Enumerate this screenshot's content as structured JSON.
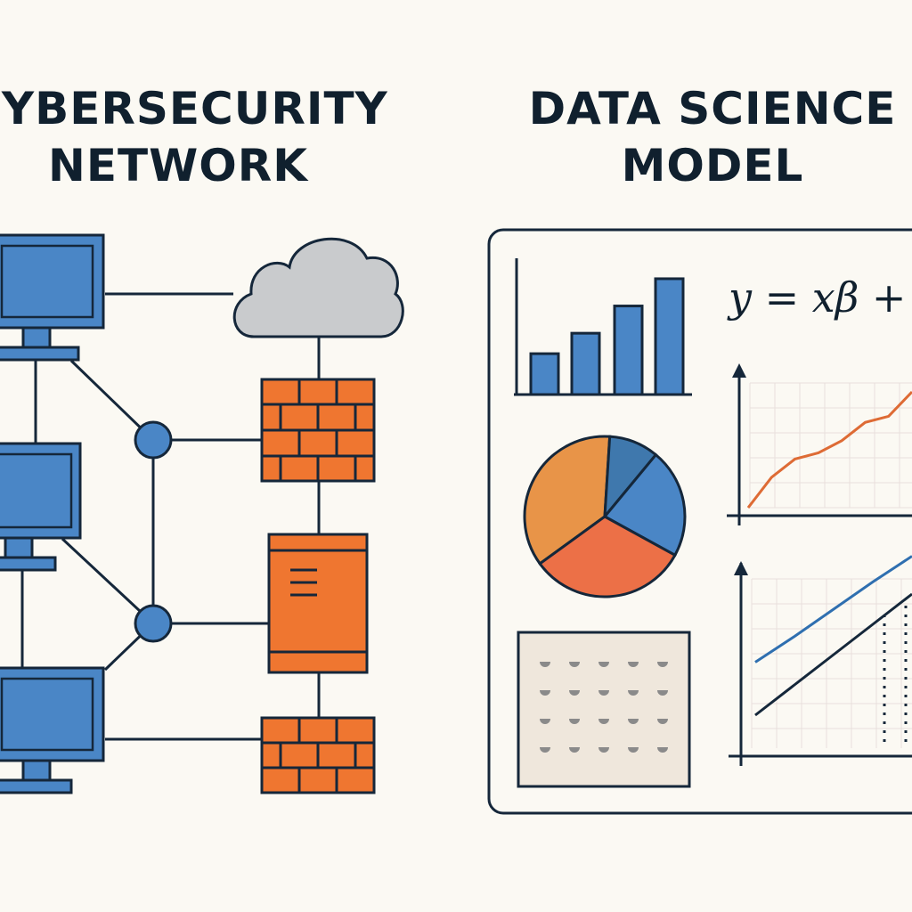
{
  "left_panel": {
    "title": "CYBERSECURITY\nNETWORK"
  },
  "right_panel": {
    "title": "DATA SCIENCE\nMODEL",
    "formula": "y = xβ +"
  },
  "colors": {
    "background": "#fbf9f3",
    "outline": "#15273a",
    "monitor_blue": "#4a86c6",
    "firewall_orange": "#ef7630",
    "cloud_gray": "#c9cbcd",
    "pie_orange": "#e89448",
    "pie_red": "#ec7047",
    "pie_blue": "#4a86c6",
    "pie_darkblue": "#3f78ad",
    "heatmap_bg": "#efe7dc"
  },
  "chart_data": [
    {
      "type": "bar",
      "values": [
        3,
        4.5,
        6.5,
        8.5
      ]
    },
    {
      "type": "pie",
      "values": [
        36,
        10,
        22,
        32
      ]
    },
    {
      "type": "line",
      "x": [
        0,
        1,
        2,
        3,
        4,
        5,
        6,
        7
      ],
      "values": [
        0.05,
        0.3,
        0.45,
        0.5,
        0.6,
        0.75,
        0.8,
        1.0
      ]
    },
    {
      "type": "line",
      "x": [
        0,
        1,
        2,
        3,
        4
      ],
      "series": [
        {
          "values": [
            0.45,
            0.62,
            0.8,
            0.98,
            1.15
          ]
        },
        {
          "values": [
            0.1,
            0.3,
            0.5,
            0.7,
            0.9
          ]
        }
      ]
    }
  ]
}
